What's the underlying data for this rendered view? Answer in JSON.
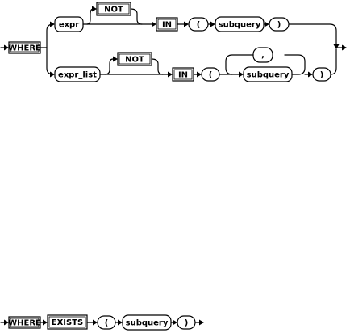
{
  "diagram_1": {
    "where": "WHERE",
    "expr": "expr",
    "not_1": "NOT",
    "in_1": "IN",
    "open_paren_1": "(",
    "subquery_1": "subquery",
    "close_paren_1": ")",
    "expr_list": "expr_list",
    "not_2": "NOT",
    "in_2": "IN",
    "open_paren_2": "(",
    "comma": ",",
    "subquery_2": "subquery",
    "close_paren_2": ")"
  },
  "diagram_2": {
    "where": "WHERE",
    "exists": "EXISTS",
    "open_paren": "(",
    "subquery": "subquery",
    "close_paren": ")"
  }
}
